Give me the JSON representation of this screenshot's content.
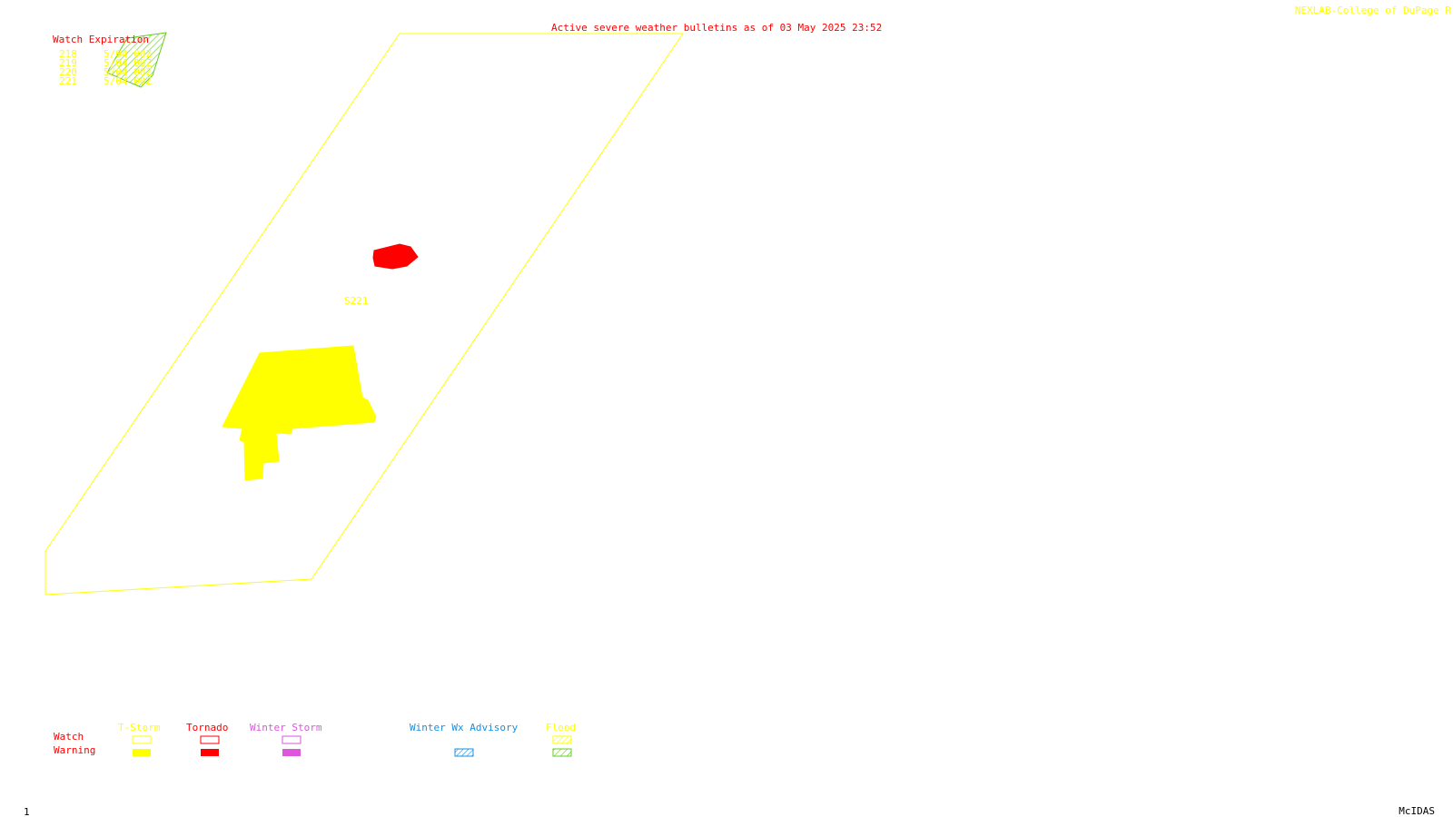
{
  "header": {
    "title": "Active severe weather bulletins as of 03 May 2025 23:52",
    "credit": "NEXLAB-College of DuPage R"
  },
  "watch_expiration": {
    "heading": "Watch Expiration",
    "rows": [
      {
        "number": "218",
        "time": "5/04 00Z"
      },
      {
        "number": "219",
        "time": "5/04 00Z"
      },
      {
        "number": "220",
        "time": "5/04 00Z"
      },
      {
        "number": "221",
        "time": "5/04 00Z"
      }
    ]
  },
  "map": {
    "watch_label": "S221"
  },
  "legend": {
    "row_watch": "Watch",
    "row_warning": "Warning",
    "columns": [
      {
        "label": "T-Storm",
        "color": "#ffff00"
      },
      {
        "label": "Tornado",
        "color": "#ff0000"
      },
      {
        "label": "Winter Storm",
        "color": "#dd55dd"
      },
      {
        "label": "Winter Wx Advisory",
        "color": "#1a8fe0"
      },
      {
        "label": "Flood",
        "color": "#66cc22"
      }
    ]
  },
  "footer": {
    "frame_number": "1",
    "software": "McIDAS"
  },
  "colors": {
    "title": "#ff0000",
    "credit": "#ffff00",
    "watch_outline": "#ffff00",
    "tstorm_warning": "#ffff00",
    "tornado_warning": "#ff0000",
    "flood_hatch": "#66cc22"
  }
}
